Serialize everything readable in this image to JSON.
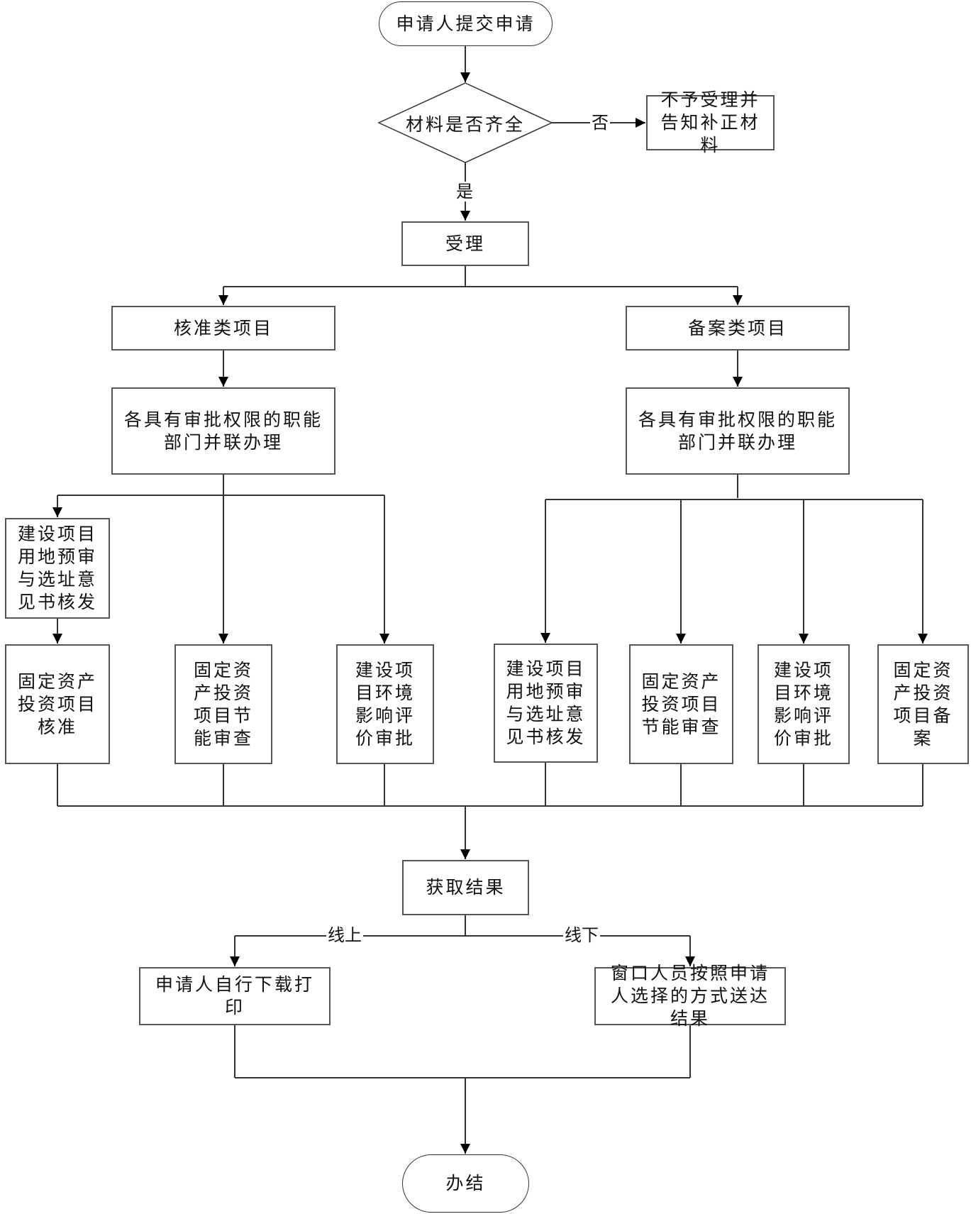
{
  "diagram": {
    "start": "申请人提交申请",
    "decision": "材料是否齐全",
    "decision_no_label": "否",
    "decision_yes_label": "是",
    "reject": "不予受理并告知补正材料",
    "accept": "受理",
    "approval_branch": {
      "title": "核准类项目",
      "parallel": "各具有审批权限的职能部门并联办理",
      "pre_step": "建设项目用地预审与选址意见书核发",
      "steps": [
        "固定资产投资项目核准",
        "固定资产投资项目节能审查",
        "建设项目环境影响评价审批"
      ]
    },
    "filing_branch": {
      "title": "备案类项目",
      "parallel": "各具有审批权限的职能部门并联办理",
      "steps": [
        "建设项目用地预审与选址意见书核发",
        "固定资产投资项目节能审查",
        "建设项目环境影响评价审批",
        "固定资产投资项目备案"
      ]
    },
    "result": "获取结果",
    "online_label": "线上",
    "offline_label": "线下",
    "online_action": "申请人自行下载打印",
    "offline_action": "窗口人员按照申请人选择的方式送达结果",
    "end": "办结"
  }
}
